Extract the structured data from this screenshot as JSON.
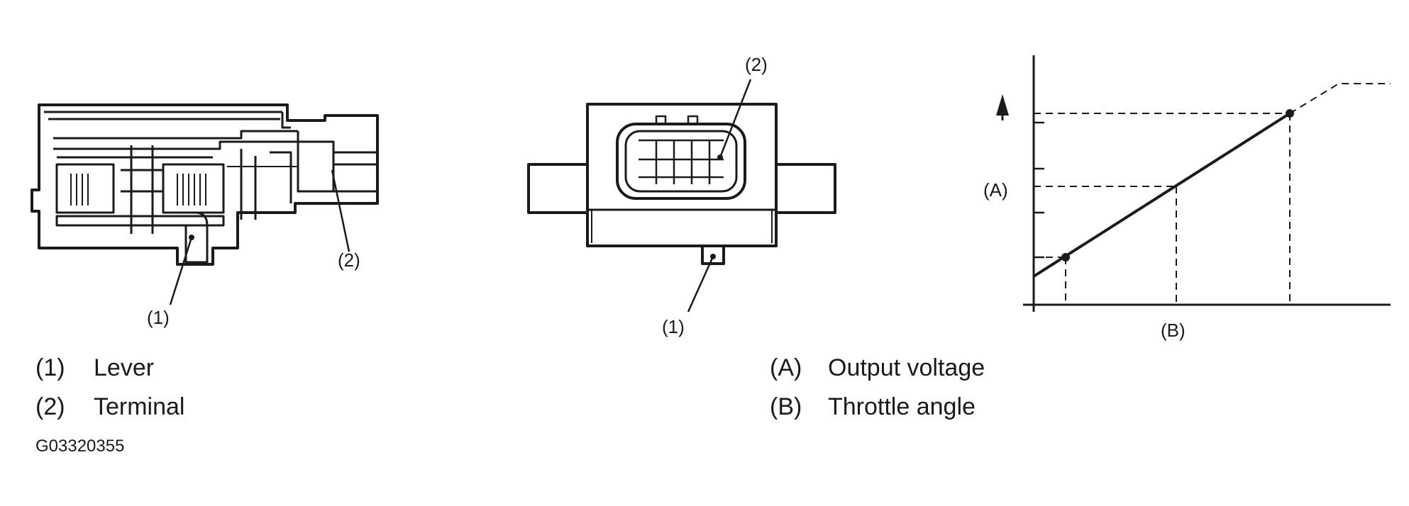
{
  "figure1": {
    "callout_1": "(1)",
    "callout_2": "(2)"
  },
  "figure2": {
    "callout_1": "(1)",
    "callout_2": "(2)"
  },
  "graph": {
    "axis_label_a": "(A)",
    "axis_label_b": "(B)"
  },
  "legend_left": [
    {
      "key": "(1)",
      "text": "Lever"
    },
    {
      "key": "(2)",
      "text": "Terminal"
    }
  ],
  "legend_right": [
    {
      "key": "(A)",
      "text": "Output voltage"
    },
    {
      "key": "(B)",
      "text": "Throttle angle"
    }
  ],
  "figure_code": "G03320355"
}
